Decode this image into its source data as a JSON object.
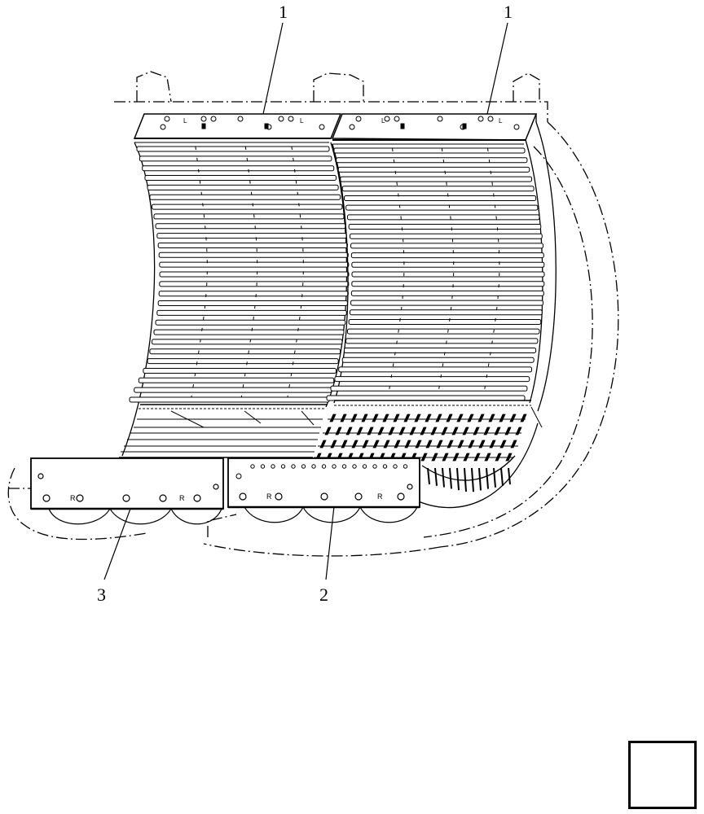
{
  "diagram": {
    "callouts": [
      {
        "id": "callout-1-left",
        "label": "1"
      },
      {
        "id": "callout-1-right",
        "label": "1"
      },
      {
        "id": "callout-3",
        "label": "3"
      },
      {
        "id": "callout-2",
        "label": "2"
      }
    ],
    "plate_marks": {
      "top_left": [
        "L",
        "L"
      ],
      "top_right": [
        "L",
        "L"
      ],
      "bottom": [
        "R",
        "R",
        "R",
        "R"
      ]
    },
    "nav_icon": "back-arrow-icon",
    "colors": {
      "line": "#000000",
      "background": "#ffffff"
    }
  }
}
